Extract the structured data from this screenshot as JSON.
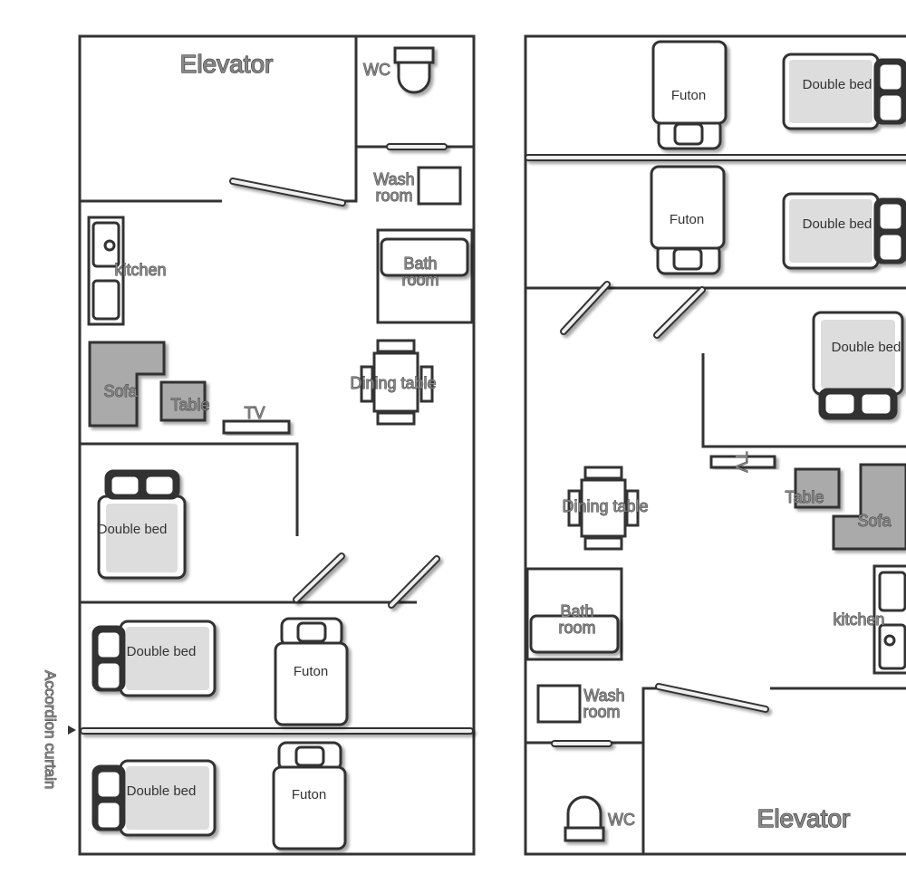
{
  "left_unit": {
    "elevator": "Elevator",
    "wc": "WC",
    "wash_room": [
      "Wash",
      "room"
    ],
    "bath_room": [
      "Bath",
      "room"
    ],
    "kitchen": "kitchen",
    "sofa": "Sofa",
    "table": "Table",
    "tv": "TV",
    "dining_table": "Dining table",
    "double_bed_1": "Double bed",
    "double_bed_2": "Double bed",
    "double_bed_3": "Double bed",
    "futon_1": "Futon",
    "futon_2": "Futon",
    "accordion_curtain": "Accordion curtain"
  },
  "right_unit": {
    "elevator": "Elevator",
    "wc": "WC",
    "wash_room": [
      "Wash",
      "room"
    ],
    "bath_room": [
      "Bath",
      "room"
    ],
    "kitchen": "kitchen",
    "sofa": "Sofa",
    "table": "Table",
    "tv": "TV",
    "dining_table": "Dining table",
    "double_bed_1": "Double bed",
    "double_bed_2": "Double bed",
    "double_bed_3": "Double bed",
    "futon_1": "Futon",
    "futon_2": "Futon"
  }
}
